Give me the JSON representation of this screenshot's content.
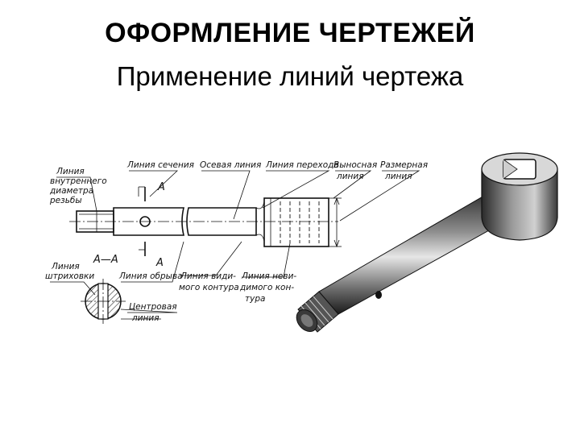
{
  "slide": {
    "title": "ОФОРМЛЕНИЕ ЧЕРТЕЖЕЙ",
    "subtitle": "Применение линий чертежа"
  },
  "labels": {
    "inner_thread_1": "Линия",
    "inner_thread_2": "внутреннего",
    "inner_thread_3": "диаметра",
    "inner_thread_4": "резьбы",
    "section_line": "Линия сечения",
    "axis_line": "Осевая линия",
    "transition_line": "Линия перехода",
    "extension_1": "Выносная",
    "extension_2": "линия",
    "dimension_1": "Размерная",
    "dimension_2": "линия",
    "hatch_1": "Линия",
    "hatch_2": "штриховки",
    "break_line": "Линия обрыва",
    "visible_1": "Линия види-",
    "visible_2": "мого контура",
    "hidden_1": "Линия неви-",
    "hidden_2": "димого кон-",
    "hidden_3": "тура",
    "center_1": "Центровая",
    "center_2": "линия",
    "section_mark_a1": "А",
    "section_mark_a2": "А",
    "section_name": "А—А"
  }
}
